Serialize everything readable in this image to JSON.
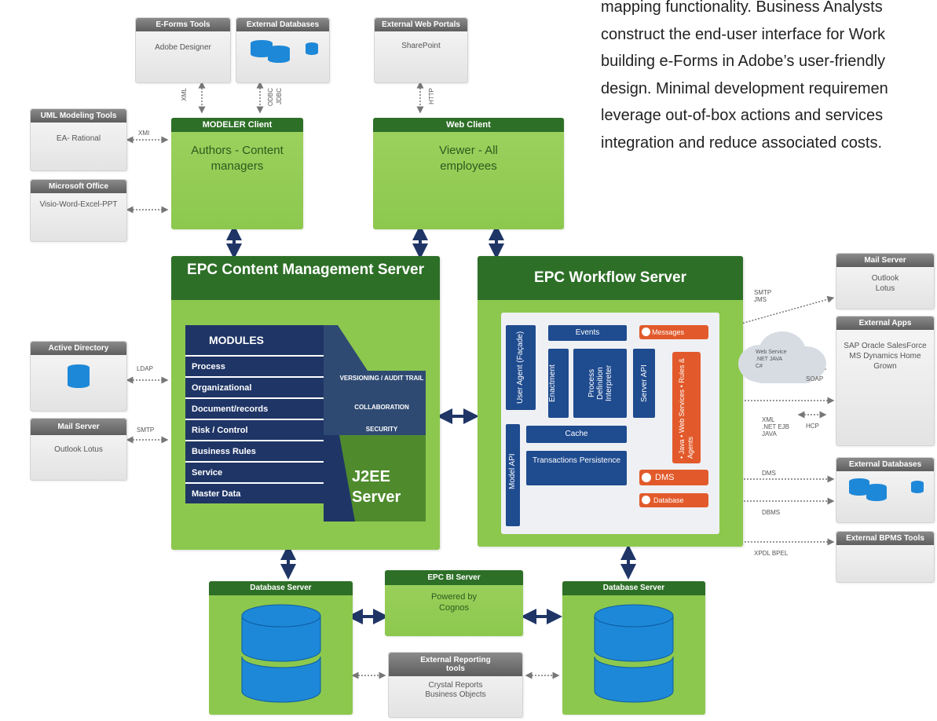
{
  "intro_text": {
    "lines": [
      "mapping functionality. Business Analysts",
      "construct the end-user interface for Work",
      "building e-Forms in Adobe’s user-friendly",
      "design. Minimal development requiremen",
      "leverage out-of-box actions and services",
      "integration and reduce associated costs."
    ]
  },
  "eforms": {
    "title": "E-Forms Tools",
    "body": "Adobe Designer"
  },
  "ext_db_top": {
    "title": "External Databases"
  },
  "ext_web": {
    "title": "External Web Portals",
    "body": "SharePoint"
  },
  "uml": {
    "title": "UML Modeling Tools",
    "body": "EA- Rational"
  },
  "ms_office": {
    "title": "Microsoft Office",
    "body": "Visio-Word-Excel-PPT"
  },
  "active_dir": {
    "title": "Active Directory"
  },
  "mail_left": {
    "title": "Mail Server",
    "body": "Outlook Lotus"
  },
  "modeler": {
    "title": "MODELER Client",
    "body": "Authors - Content managers"
  },
  "web_client": {
    "title": "Web Client",
    "body": "Viewer - All employees"
  },
  "cms": {
    "title": "EPC Content Management Server",
    "modules_title": "MODULES",
    "modules": [
      "Process",
      "Organizational",
      "Document/records",
      "Risk / Control",
      "Business Rules",
      "Service",
      "Master Data"
    ],
    "features": [
      "VERSIONING / AUDIT TRAIL",
      "COLLABORATION",
      "SECURITY"
    ],
    "j2ee": "J2EE Server"
  },
  "wf": {
    "title": "EPC Workflow Server",
    "user_agent": "User Agent (Façade)",
    "model_api": "Model API",
    "events": "Events",
    "enactment": "Enactment",
    "process_def": "Process Definition Interpreter",
    "server_api": "Server API",
    "cache": "Cache",
    "transactions": "Transactions Persistence",
    "java_services": "• Java • Web Services • Rules & Agents",
    "messages": "Messages",
    "dms": "DMS",
    "database": "Database"
  },
  "mail_right": {
    "title": "Mail Server",
    "body": "Outlook Lotus"
  },
  "ext_apps": {
    "title": "External Apps",
    "body": "SAP Oracle SalesForce MS Dynamics Home Grown"
  },
  "ext_db_right": {
    "title": "External Databases"
  },
  "ext_bpms": {
    "title": "External BPMS Tools"
  },
  "cloud": {
    "text": "Web Service .NET JAVA C#"
  },
  "db_left": {
    "title": "Database Server"
  },
  "db_right": {
    "title": "Database Server"
  },
  "bi": {
    "title": "EPC BI Server",
    "body": "Powered by Cognos"
  },
  "ext_reporting": {
    "title": "External Reporting tools",
    "body": "Crystal Reports Business Objects"
  },
  "labels": {
    "xml_eforms": "XML",
    "odbc": "ODBC",
    "jdbc": "JDBC",
    "http": "HTTP",
    "xmi": "XMI",
    "ldap": "LDAP",
    "smtp_left": "SMTP",
    "smtp_jms": "SMTP JMS",
    "soap": "SOAP",
    "xml_ejb": "XML .NET EJB JAVA",
    "hcp": "HCP",
    "dms_lbl": "DMS",
    "dbms_lbl": "DBMS",
    "xpdl": "XPDL BPEL"
  },
  "colors": {
    "green_light": "#8cc84e",
    "green_dark": "#2e6f28",
    "navy": "#1f3566",
    "blue": "#1f4b8f",
    "orange": "#e25a2b",
    "gray_hdr": "#6b6b6b"
  }
}
